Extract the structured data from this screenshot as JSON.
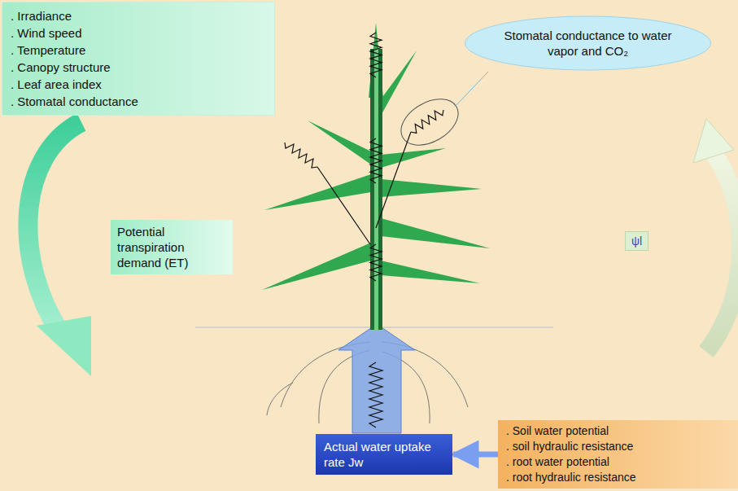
{
  "diagram": {
    "nodes": [
      {
        "text": [
          ". Irradiance",
          ". Wind speed",
          ". Temperature",
          ". Canopy structure",
          ". Leaf area index",
          ". Stomatal conductance"
        ]
      },
      {
        "text": [
          "Potential transpiration demand (ET)"
        ]
      },
      {
        "text": [
          "Stomatal conductance to water vapor and CO₂"
        ]
      },
      {
        "text": [
          "ψl"
        ]
      },
      {
        "text": [
          "Actual water uptake rate Jw"
        ]
      },
      {
        "text": [
          ". Soil water potential",
          ". soil hydraulic resistance",
          ". root water potential",
          ". root hydraulic resistance"
        ]
      }
    ],
    "edges": [
      {
        "from": 5,
        "to": 4,
        "arrow": "to"
      }
    ]
  }
}
